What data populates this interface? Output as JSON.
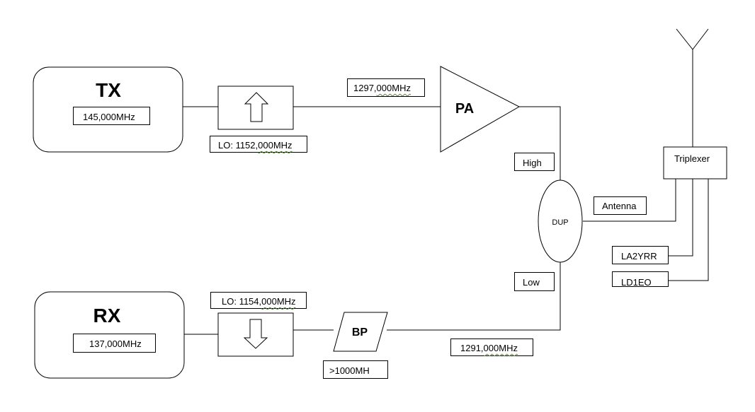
{
  "tx": {
    "title": "TX",
    "freq": "145,000MHz"
  },
  "rx": {
    "title": "RX",
    "freq": "137,000MHz"
  },
  "tx_lo": {
    "prefix": "LO: 1152,",
    "suffix": "000MHz"
  },
  "rx_lo": {
    "prefix": "LO: 1154,",
    "suffix": "000MHz"
  },
  "tx_out": {
    "prefix": "1297,",
    "suffix": "000MHz"
  },
  "rx_in": {
    "prefix": "1291,",
    "suffix": "000MHz"
  },
  "pa": {
    "label": "PA"
  },
  "bp": {
    "label": "BP",
    "note": ">1000MH"
  },
  "dup": {
    "label": "DUP",
    "high": "High",
    "low": "Low",
    "antenna": "Antenna"
  },
  "triplexer": {
    "label": "Triplexer"
  },
  "ports": {
    "port1": "LA2YRR",
    "port2": "LD1EO"
  }
}
